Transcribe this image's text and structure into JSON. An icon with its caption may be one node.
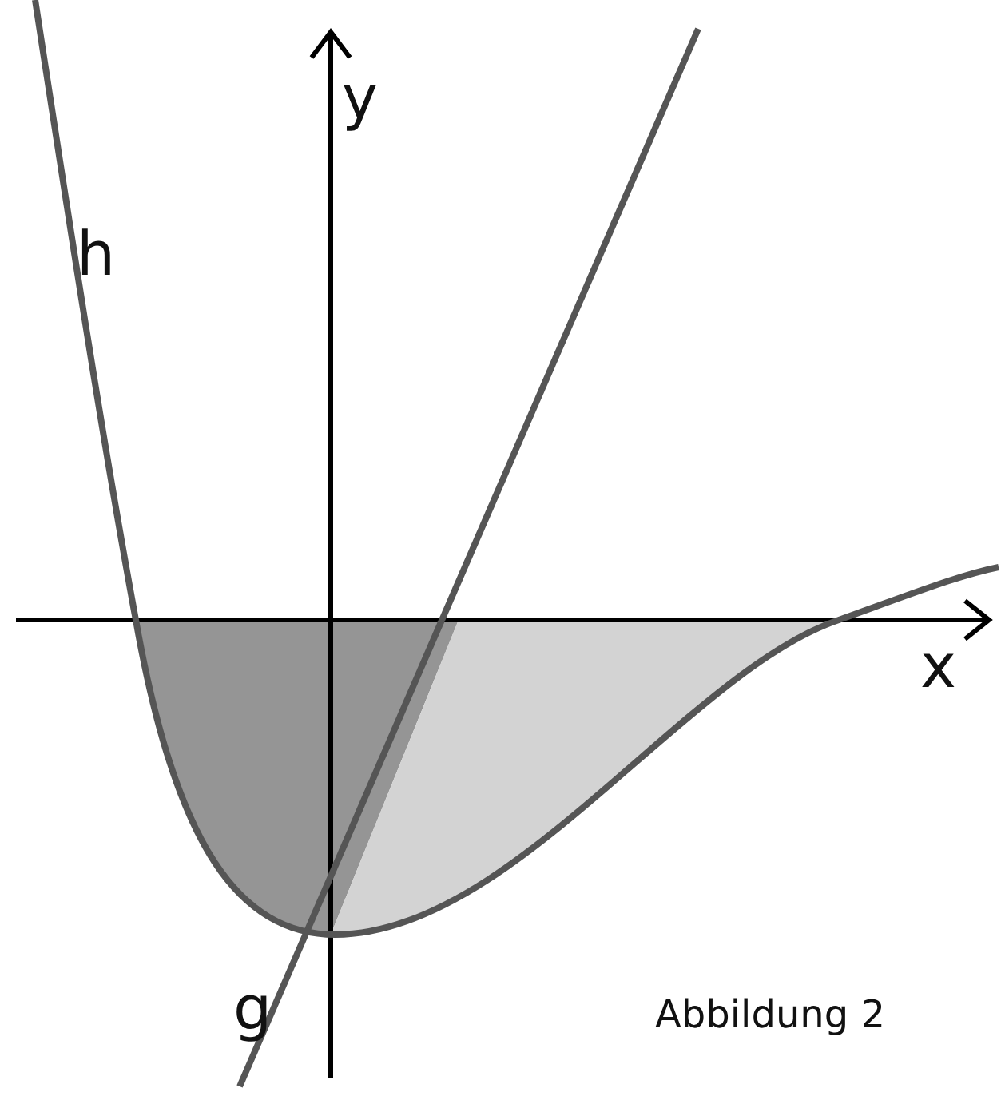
{
  "diagram": {
    "labels": [
      "y",
      "h",
      "x",
      "g",
      "Abbildung 2"
    ]
  }
}
